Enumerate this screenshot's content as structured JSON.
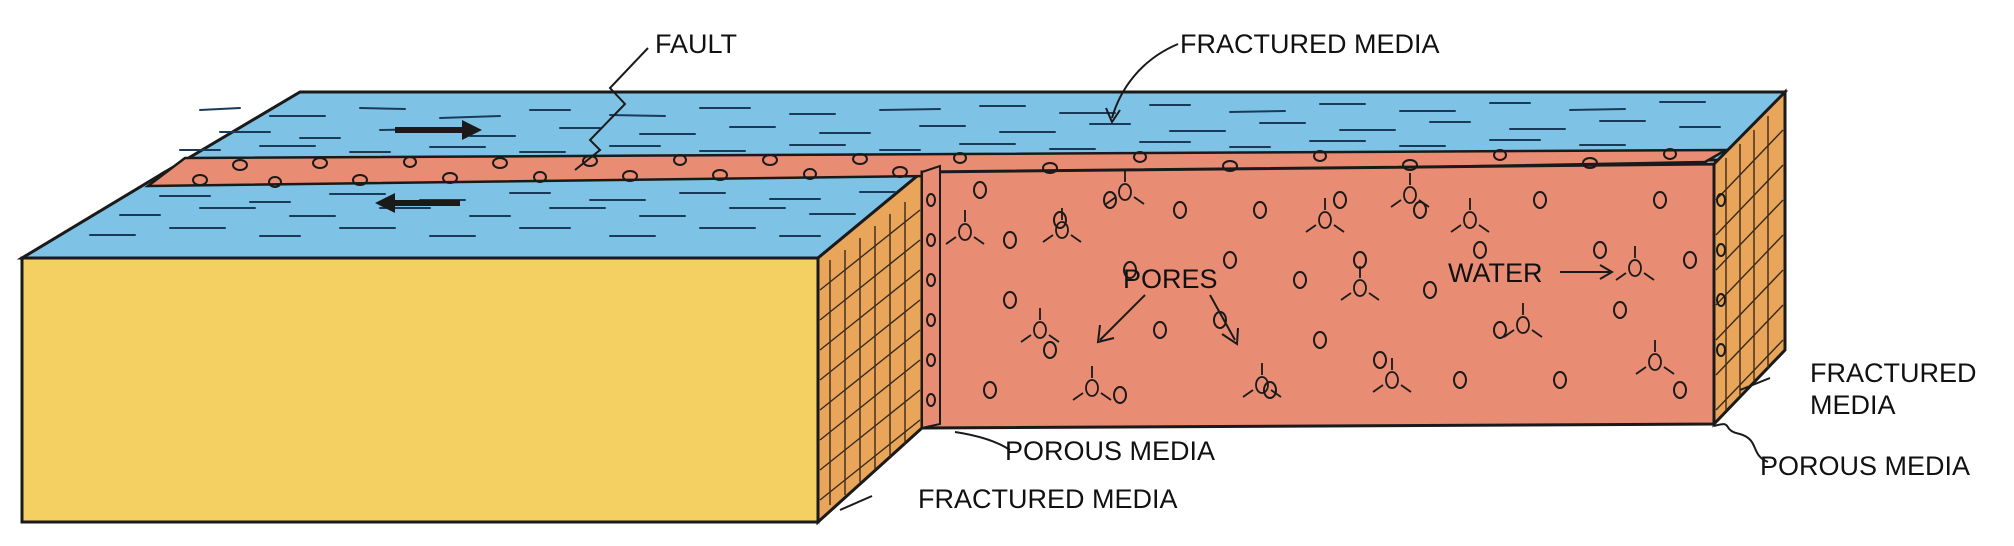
{
  "labels": {
    "fault": "FAULT",
    "fractured_media_top": "FRACTURED MEDIA",
    "pores": "PORES",
    "water": "WATER",
    "fractured_media_right_line1": "FRACTURED",
    "fractured_media_right_line2": "MEDIA",
    "porous_media_center": "POROUS MEDIA",
    "porous_media_right": "POROUS MEDIA",
    "fractured_media_bottom": "FRACTURED MEDIA"
  },
  "colors": {
    "water_blue": "#7EC3E6",
    "porous_salmon": "#E98C74",
    "sand_yellow": "#F4D063",
    "fracture_orange": "#E9A55A",
    "ink": "#1A1A1A"
  }
}
